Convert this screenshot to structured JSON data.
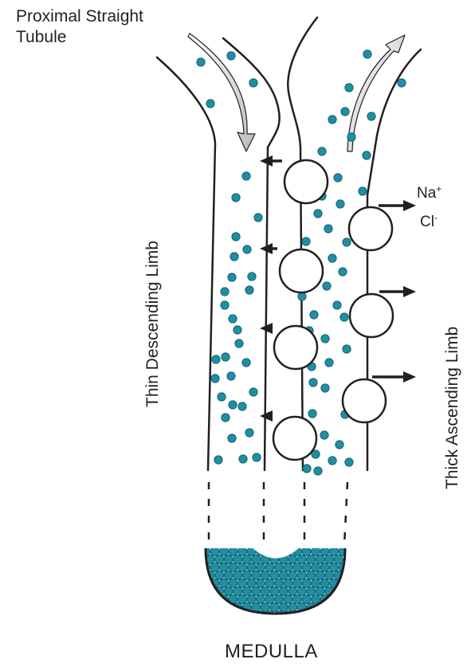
{
  "labels": {
    "proximal_line1": "Proximal Straight",
    "proximal_line2": "Tubule",
    "thin_descending": "Thin Descending Limb",
    "thick_ascending": "Thick Ascending Limb",
    "na_ion": "Na",
    "na_charge": "+",
    "cl_ion": "Cl",
    "cl_charge": "-",
    "medulla": "MEDULLA"
  },
  "colors": {
    "particle": "#1f8fa3",
    "particle_stroke": "#0d5866",
    "outline": "#231f20",
    "background": "#ffffff"
  }
}
